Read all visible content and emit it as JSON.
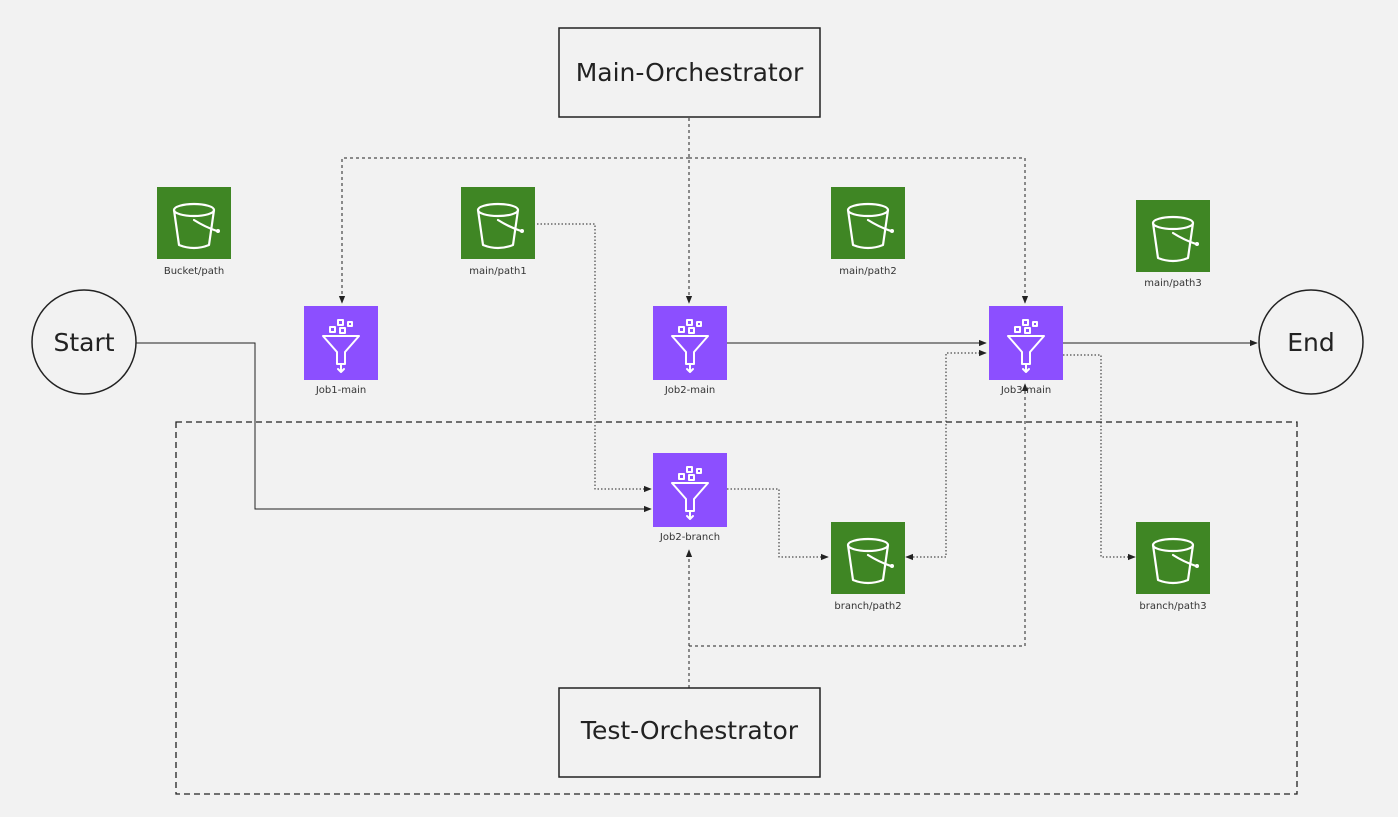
{
  "diagram": {
    "orchestrators": {
      "main": "Main-Orchestrator",
      "test": "Test-Orchestrator"
    },
    "terminals": {
      "start": "Start",
      "end": "End"
    },
    "jobs": {
      "job1_main": "Job1-main",
      "job2_main": "Job2-main",
      "job3_main": "Job3-main",
      "job2_branch": "Job2-branch"
    },
    "buckets": {
      "bucket_path": "Bucket/path",
      "main_path1": "main/path1",
      "main_path2": "main/path2",
      "main_path3": "main/path3",
      "branch_path2": "branch/path2",
      "branch_path3": "branch/path3"
    },
    "colors": {
      "background": "#f2f2f2",
      "bucket_green": "#3f8624",
      "job_purple": "#8c4fff",
      "line": "#222222"
    },
    "icons": {
      "bucket": "s3-bucket-icon",
      "job": "glue-funnel-icon"
    }
  }
}
